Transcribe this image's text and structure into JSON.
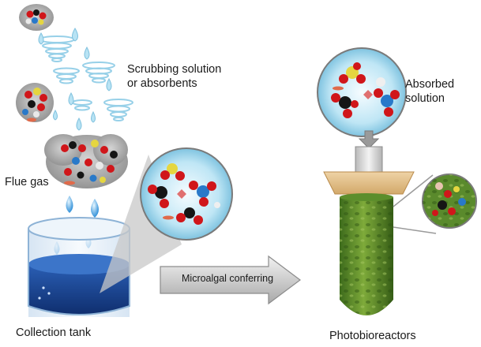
{
  "labels": {
    "scrubbing_line1": "Scrubbing solution",
    "scrubbing_line2": "or absorbents",
    "absorbed_line1": "Absorbed",
    "absorbed_line2": "solution",
    "flue_gas": "Flue gas",
    "collection_tank": "Collection tank",
    "microalgal_conferring": "Microalgal conferring",
    "photobioreactors": "Photobioreactors"
  },
  "colors": {
    "water_light": "#bfe6f5",
    "water_dark": "#1f4fa0",
    "molecule_red": "#d0161a",
    "molecule_black": "#151515",
    "molecule_yellow": "#e5d640",
    "molecule_blue": "#2979c9",
    "algae_green": "#4e7f24",
    "cap_wood": "#e6c48f",
    "arrow_grey": "#b5b5b5"
  }
}
